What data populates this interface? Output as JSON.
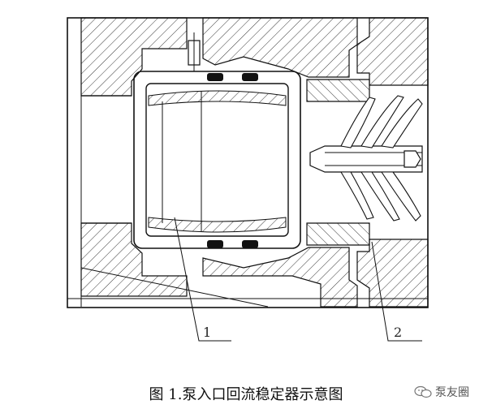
{
  "figure": {
    "caption": "图 1.泵入口回流稳定器示意图",
    "callouts": [
      {
        "id": "1",
        "text": "1"
      },
      {
        "id": "2",
        "text": "2"
      }
    ]
  },
  "watermark": {
    "text": "泵友圈",
    "icon": "wechat-icon"
  }
}
